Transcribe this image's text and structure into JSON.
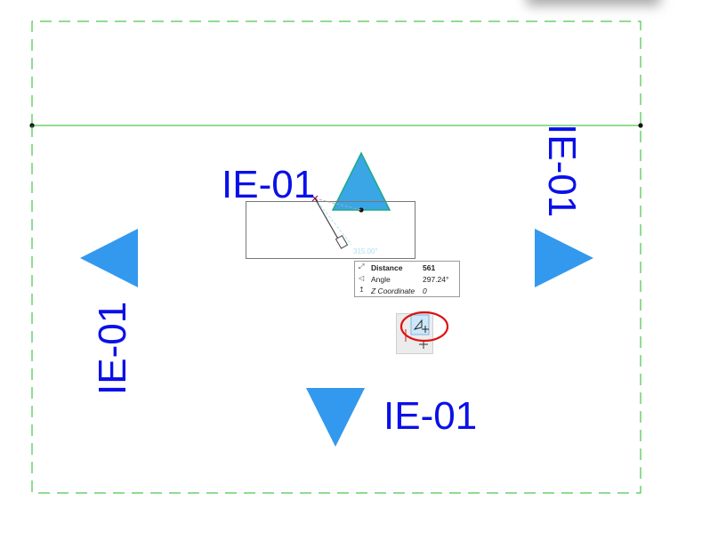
{
  "tags": {
    "top": "IE-01",
    "right": "IE-01",
    "left": "IE-01",
    "bottom": "IE-01"
  },
  "tracker": {
    "angle_hint": "315.00°",
    "rows": [
      {
        "icon": "distance-icon",
        "label": "Distance",
        "value": "561"
      },
      {
        "icon": "angle-icon",
        "label": "Angle",
        "value": "297.24°"
      },
      {
        "icon": "z-coordinate-icon",
        "label": "Z Coordinate",
        "value": "0"
      }
    ]
  },
  "colors": {
    "boundary_green": "#22bb22",
    "marker_blue": "#3399ee",
    "tag_blue": "#0a10e8",
    "highlight_red": "#dd1111"
  }
}
